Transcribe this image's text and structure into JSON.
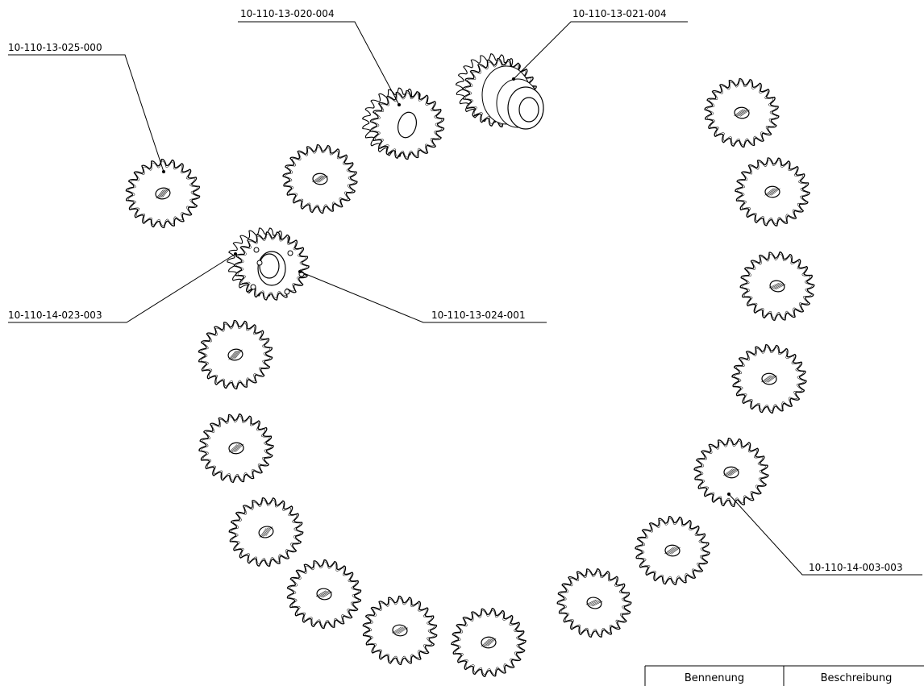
{
  "callouts": {
    "c1": "10-110-13-025-000",
    "c2": "10-110-13-020-004",
    "c3": "10-110-13-021-004",
    "c4": "10-110-14-023-003",
    "c5": "10-110-13-024-001",
    "c6": "10-110-14-003-003"
  },
  "table": {
    "col1": "Bennenung",
    "col2": "Beschreibung"
  }
}
